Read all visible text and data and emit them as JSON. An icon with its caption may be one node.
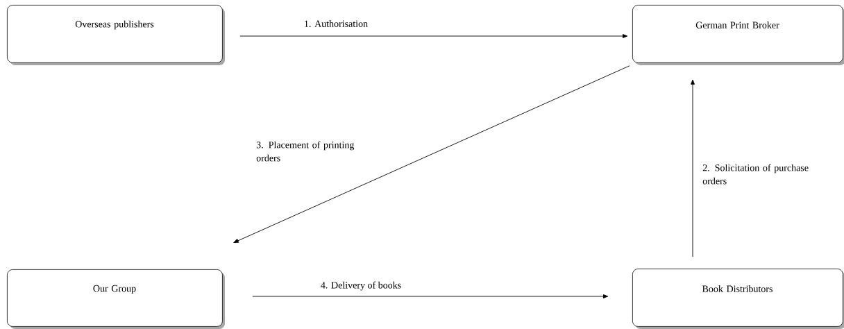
{
  "diagram": {
    "nodes": [
      {
        "text": [
          "Overseas publishers"
        ]
      },
      {
        "text": [
          "German Print Broker"
        ]
      },
      {
        "text": [
          "Our Group"
        ]
      },
      {
        "text": [
          "Book Distributors"
        ]
      }
    ],
    "edges": [
      {
        "from": 0,
        "to": 1,
        "arrow": "to",
        "label": "1. Authorisation"
      },
      {
        "from": 3,
        "to": 1,
        "arrow": "to",
        "label": "2. Solicitation of purchase orders"
      },
      {
        "from": 1,
        "to": 2,
        "arrow": "to",
        "label": "3. Placement of printing orders"
      },
      {
        "from": 2,
        "to": 3,
        "arrow": "to",
        "label": "4. Delivery of books"
      }
    ]
  }
}
